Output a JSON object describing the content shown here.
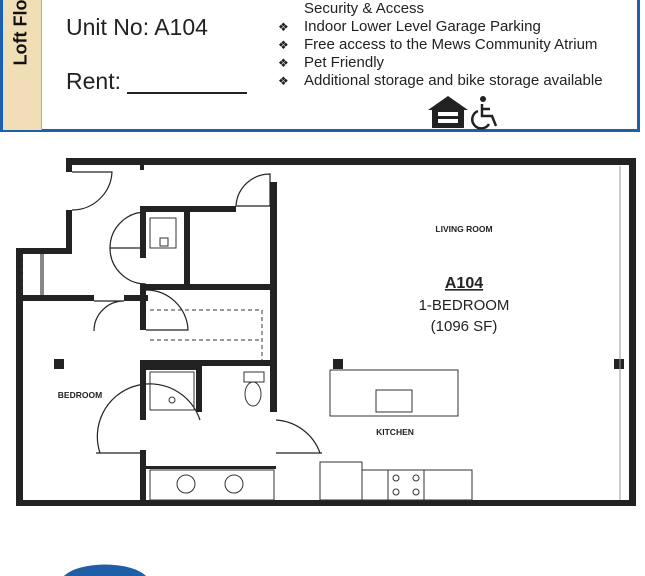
{
  "header": {
    "side_tab": "Loft Flo",
    "unit_label": "Unit No: A104",
    "rent_label": "Rent:",
    "features": [
      "Security & Access",
      "Indoor Lower Level Garage Parking",
      "Free access to the Mews Community Atrium",
      "Pet Friendly",
      "Additional storage and bike storage available"
    ],
    "bullet": "❖",
    "icons": [
      "equal-housing-icon",
      "wheelchair-icon"
    ]
  },
  "floorplan": {
    "unit_code": "A104",
    "type": "1-BEDROOM",
    "area": "(1096 SF)",
    "rooms": {
      "living": "LIVING ROOM",
      "bedroom": "BEDROOM",
      "kitchen": "KITCHEN"
    }
  },
  "colors": {
    "frame_blue": "#1f5fa8",
    "tab_tan": "#f0dfb6",
    "wall": "#222222"
  }
}
